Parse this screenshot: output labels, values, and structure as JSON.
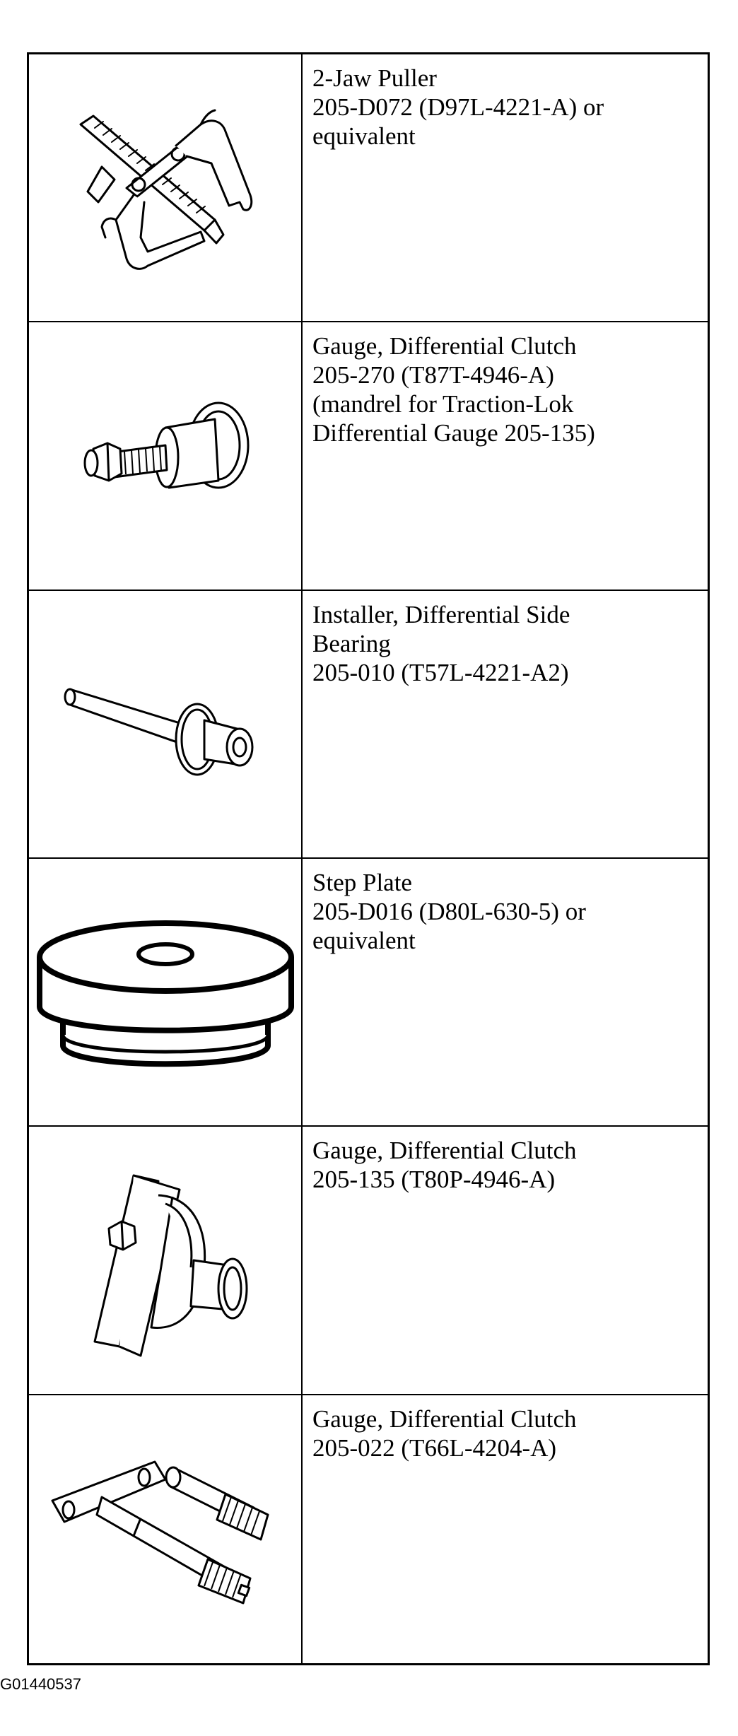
{
  "tools": [
    {
      "icon": "jaw-puller-icon",
      "lines": [
        "2-Jaw Puller",
        "205-D072 (D97L-4221-A) or",
        "equivalent"
      ]
    },
    {
      "icon": "clutch-gauge-mandrel-icon",
      "lines": [
        "Gauge, Differential Clutch",
        "205-270 (T87T-4946-A)",
        "(mandrel for Traction-Lok",
        "Differential Gauge 205-135)"
      ]
    },
    {
      "icon": "side-bearing-installer-icon",
      "lines": [
        "Installer, Differential Side",
        "Bearing",
        "205-010 (T57L-4221-A2)"
      ]
    },
    {
      "icon": "step-plate-icon",
      "lines": [
        "Step Plate",
        "205-D016 (D80L-630-5) or",
        "equivalent"
      ]
    },
    {
      "icon": "clutch-gauge-icon",
      "lines": [
        "Gauge, Differential Clutch",
        "205-135 (T80P-4946-A)"
      ]
    },
    {
      "icon": "clutch-gauge-set-icon",
      "lines": [
        "Gauge, Differential Clutch",
        "205-022 (T66L-4204-A)"
      ]
    }
  ],
  "figure_id": "G01440537"
}
